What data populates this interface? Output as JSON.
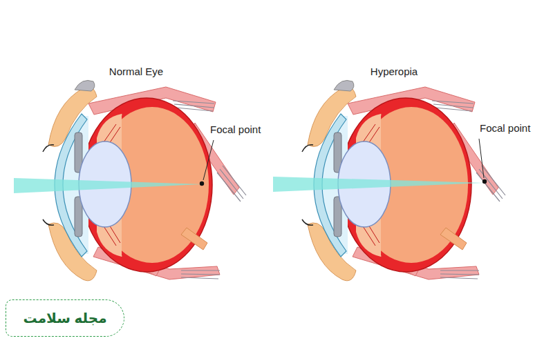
{
  "diagram": {
    "nodes": [
      {
        "text": [
          "مجله سلامت"
        ]
      }
    ],
    "labels": [
      "Normal Eye",
      "Focal point",
      "Hyperopia",
      "Focal point"
    ]
  }
}
